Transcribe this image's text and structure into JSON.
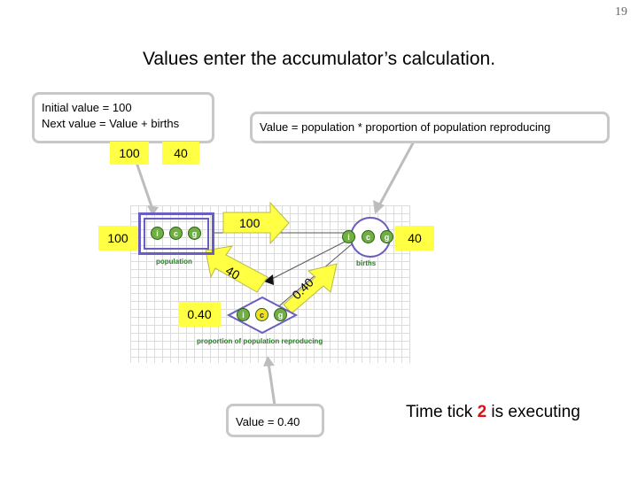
{
  "slide_number": "19",
  "title": "Values enter the accumulator’s calculation.",
  "callouts": {
    "population_line1": "Initial value = 100",
    "population_line2": "Next value = Value + births",
    "births_formula": "Value = population * proportion of population reproducing",
    "proportion_value": "Value = 0.40"
  },
  "yellow_labels": {
    "box_initial": "100",
    "box_births": "40",
    "population_left": "100",
    "births_right": "40",
    "proportion_left": "0.40",
    "arrow_top": "100",
    "arrow_left": "40",
    "arrow_up": "0.40"
  },
  "nodes": {
    "population": "population",
    "births": "births",
    "proportion": "proportion of population reproducing"
  },
  "icons": {
    "i": "i",
    "c": "c",
    "g": "g"
  },
  "status": {
    "prefix": "Time tick ",
    "tick": "2",
    "suffix": " is executing"
  },
  "colors": {
    "highlight": "#ffff44",
    "node_border": "#6a5fc1",
    "tick_number": "#e01010",
    "icon_green": "#6fb043",
    "icon_yellow": "#f2e21a"
  }
}
